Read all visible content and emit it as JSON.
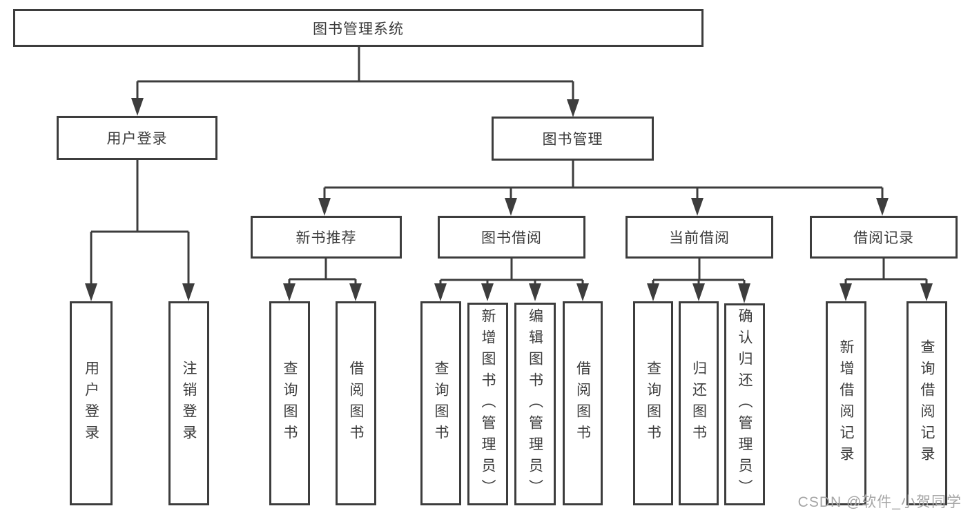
{
  "diagram": {
    "title": "图书管理系统",
    "tree": {
      "root": {
        "label": "图书管理系统",
        "children": [
          {
            "label": "用户登录",
            "children": [
              {
                "label": "用户登录"
              },
              {
                "label": "注销登录"
              }
            ]
          },
          {
            "label": "图书管理",
            "children": [
              {
                "label": "新书推荐",
                "children": [
                  {
                    "label": "查询图书"
                  },
                  {
                    "label": "借阅图书"
                  }
                ]
              },
              {
                "label": "图书借阅",
                "children": [
                  {
                    "label": "查询图书"
                  },
                  {
                    "label": "新增图书（管理员）"
                  },
                  {
                    "label": "编辑图书（管理员）"
                  },
                  {
                    "label": "借阅图书"
                  }
                ]
              },
              {
                "label": "当前借阅",
                "children": [
                  {
                    "label": "查询图书"
                  },
                  {
                    "label": "归还图书"
                  },
                  {
                    "label": "确认归还（管理员）"
                  }
                ]
              },
              {
                "label": "借阅记录",
                "children": [
                  {
                    "label": "新增借阅记录"
                  },
                  {
                    "label": "查询借阅记录"
                  }
                ]
              }
            ]
          }
        ]
      }
    }
  },
  "watermark": {
    "text": "CSDN @软件_小贺同学"
  },
  "colors": {
    "line": "#3d3d3d",
    "text": "#3c3c3c",
    "bg": "#ffffff",
    "watermark": "#a5a5a5"
  }
}
